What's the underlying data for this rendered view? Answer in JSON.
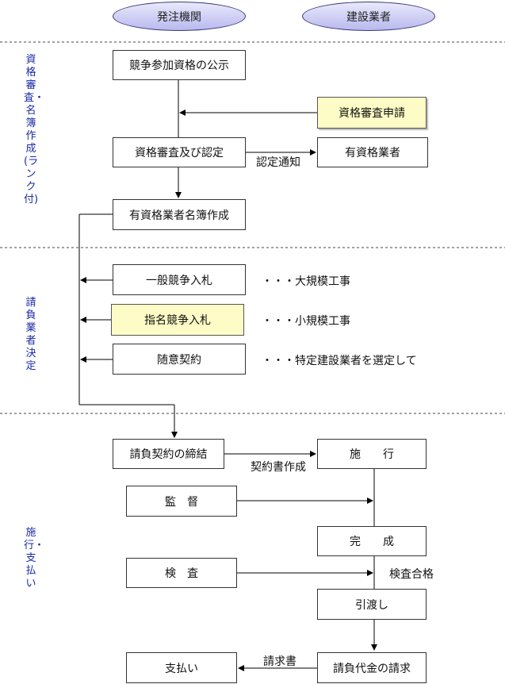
{
  "headers": {
    "orderer": "発注機関",
    "contractor": "建設業者"
  },
  "sections": {
    "s1": "資格審査・名簿作成(ランク付)",
    "s2": "請負業者決定",
    "s3": "施行・支払い"
  },
  "boxes": {
    "public_notice": "競争参加資格の公示",
    "qualification_application": "資格審査申請",
    "qualification_review": "資格審査及び認定",
    "qualified_contractor": "有資格業者",
    "register_creation": "有資格業者名簿作成",
    "general_bidding": "一般競争入札",
    "designated_bidding": "指名競争入札",
    "negotiated_contract": "随意契約",
    "contract_conclusion": "請負契約の締結",
    "construction": "施　　行",
    "supervision": "監　督",
    "completion": "完　　成",
    "inspection": "検　査",
    "handover": "引渡し",
    "payment_request": "請負代金の請求",
    "payment": "支払い"
  },
  "labels": {
    "certification_notice": "認定通知",
    "large_scale": "・・・大規模工事",
    "small_scale": "・・・小規模工事",
    "specific_contractor": "・・・特定建設業者を選定して",
    "contract_document": "契約書作成",
    "inspection_pass": "検査合格",
    "invoice": "請求書"
  }
}
